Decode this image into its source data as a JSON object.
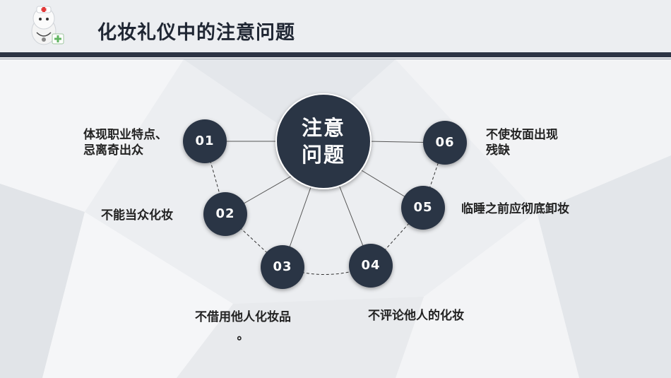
{
  "header": {
    "title": "化妆礼仪中的注意问题"
  },
  "center": {
    "line1": "注意",
    "line2": "问题"
  },
  "nodes": [
    {
      "num": "01",
      "text": "体现职业特点、\n忌离奇出众"
    },
    {
      "num": "02",
      "text": "不能当众化妆"
    },
    {
      "num": "03",
      "text": "不借用他人化妆品\n。"
    },
    {
      "num": "04",
      "text": "不评论他人的化妆"
    },
    {
      "num": "05",
      "text": "临睡之前应彻底卸妆"
    },
    {
      "num": "06",
      "text": "不使妆面出现\n残缺"
    }
  ],
  "colors": {
    "node": "#2c3444",
    "header": "#2c3444",
    "text": "#222222"
  }
}
